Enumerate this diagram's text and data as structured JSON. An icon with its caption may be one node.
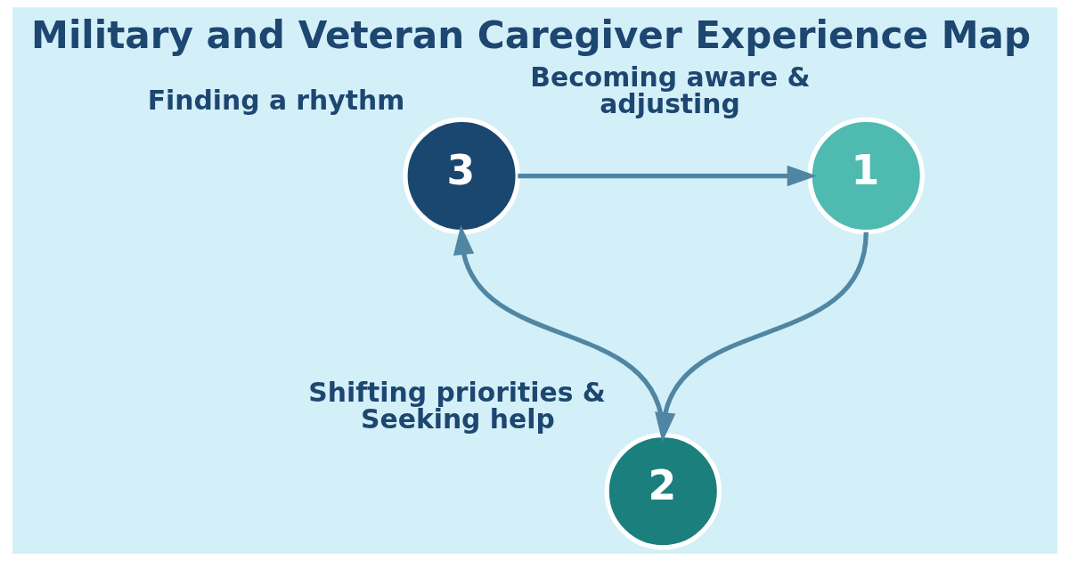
{
  "diagram": {
    "title": "Military and Veteran Caregiver Experience Map",
    "nodes": [
      {
        "text": [
          "1"
        ],
        "beside": [
          "Becoming aware & adjusting"
        ]
      },
      {
        "text": [
          "2"
        ],
        "beside": [
          "Shifting priorities & Seeking help"
        ]
      },
      {
        "text": [
          "3"
        ],
        "beside": [
          "Finding a rhythm"
        ]
      }
    ],
    "edges": [
      {
        "from": 0,
        "to": 1,
        "arrow": "to"
      },
      {
        "from": 1,
        "to": 2,
        "arrow": "to"
      },
      {
        "from": 2,
        "to": 0,
        "arrow": "to"
      }
    ]
  }
}
